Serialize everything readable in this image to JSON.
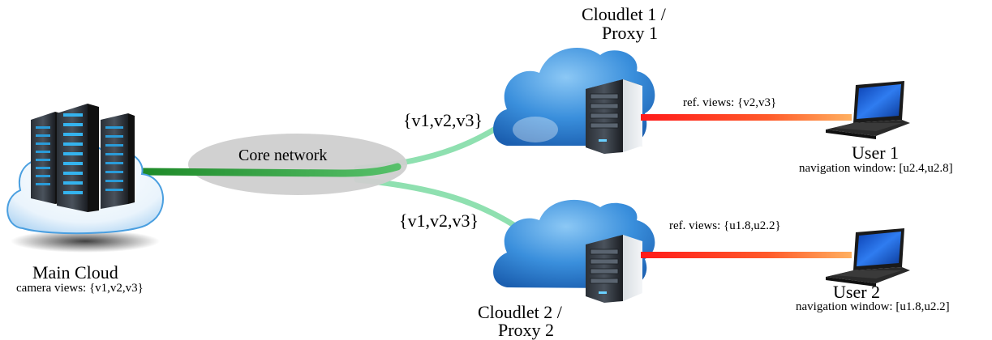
{
  "main_cloud": {
    "title": "Main Cloud",
    "caption": "camera views: {v1,v2,v3}"
  },
  "core_network": {
    "label": "Core network"
  },
  "links": {
    "to_cloudlet1": "{v1,v2,v3}",
    "to_cloudlet2": "{v1,v2,v3}"
  },
  "cloudlet1": {
    "line1": "Cloudlet 1 /",
    "line2": "Proxy 1"
  },
  "cloudlet2": {
    "line1": "Cloudlet 2 /",
    "line2": "Proxy 2"
  },
  "user1": {
    "title": "User 1",
    "caption": "navigation window: [u2.4,u2.8]",
    "ref_views": "ref. views: {v2,v3}"
  },
  "user2": {
    "title": "User 2",
    "caption": "navigation window: [u1.8,u2.2]",
    "ref_views": "ref. views: {u1.8,u2.2}"
  },
  "colors": {
    "core_link": "#1f8f2a",
    "edge_link": "#8fe0b0",
    "user_link_start": "#ff1a1a",
    "user_link_end": "#ffb060",
    "cloud_blue": "#2a7fd0",
    "core_ellipse": "#cfcfcf"
  }
}
